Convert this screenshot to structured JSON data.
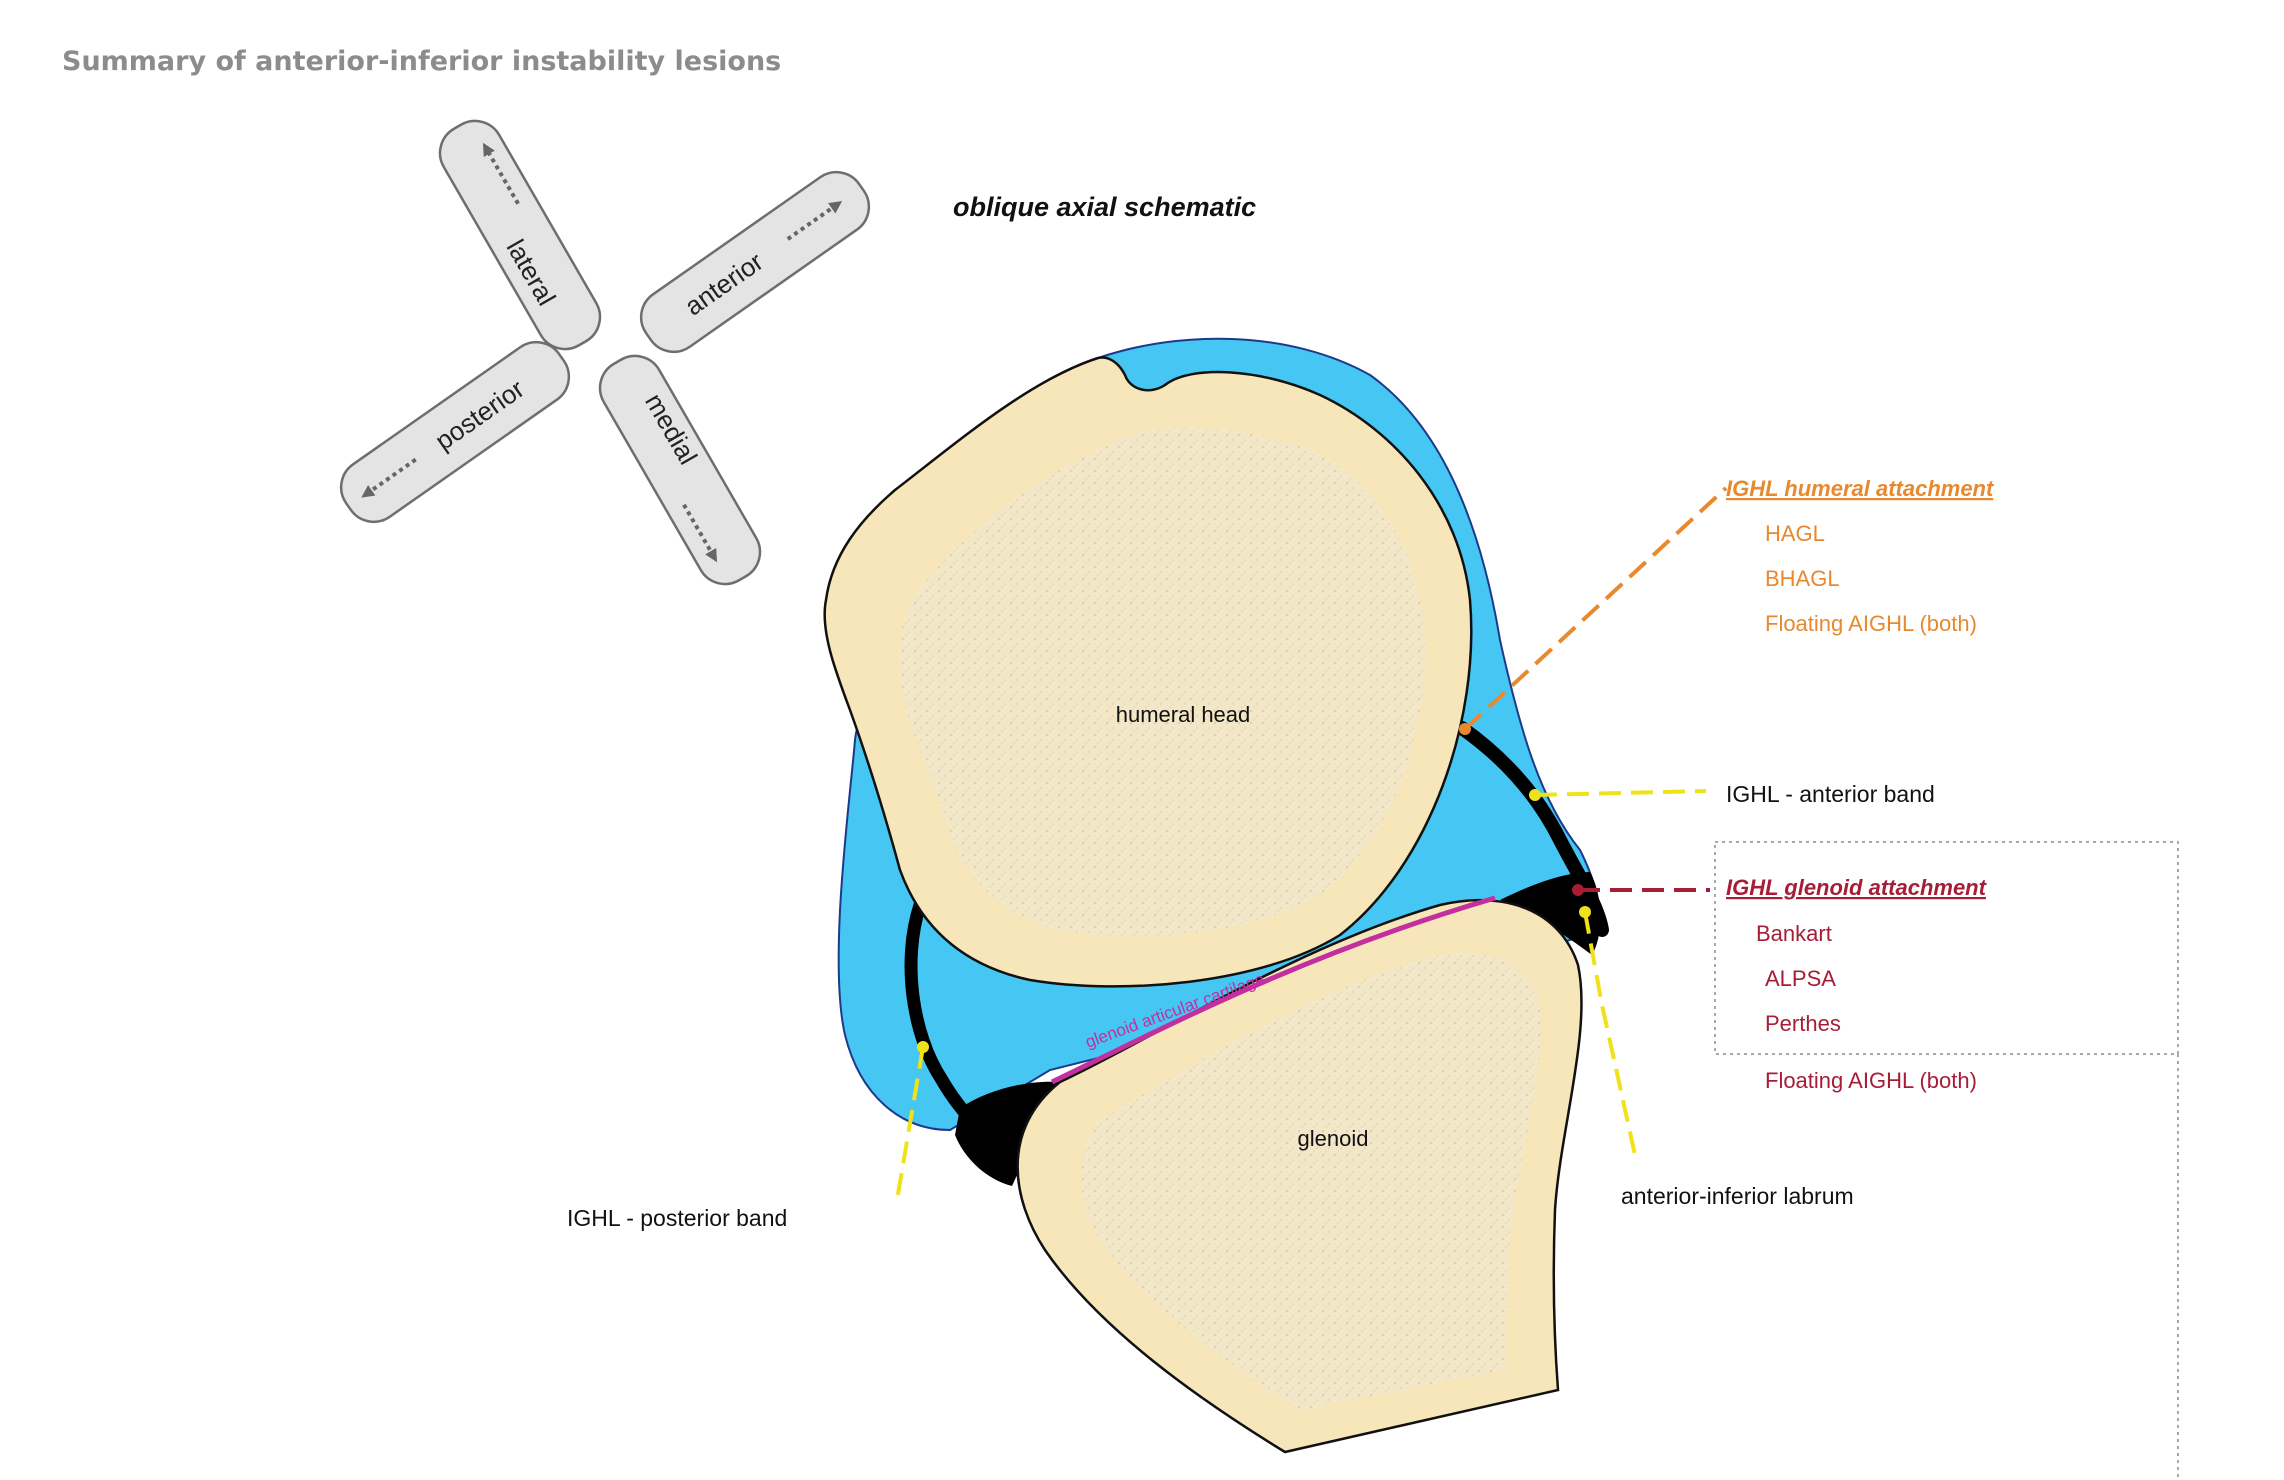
{
  "page": {
    "title": "Summary of anterior-inferior instability lesions",
    "subtitle": "oblique axial schematic"
  },
  "compass": {
    "lateral": "lateral",
    "anterior": "anterior",
    "posterior": "posterior",
    "medial": "medial"
  },
  "structures": {
    "humeral_head": "humeral head",
    "glenoid": "glenoid",
    "glenoid_cartilage": "glenoid articular cartilage",
    "ighl_anterior_band": "IGHL - anterior band",
    "ighl_posterior_band": "IGHL - posterior band",
    "anterior_inferior_labrum": "anterior-inferior labrum"
  },
  "lesions": {
    "humeral_attachment": {
      "heading": "IGHL humeral attachment",
      "items": [
        "HAGL",
        "BHAGL",
        "Floating AIGHL (both)"
      ]
    },
    "glenoid_attachment": {
      "heading": "IGHL glenoid attachment",
      "items": [
        "Bankart",
        "ALPSA",
        "Perthes",
        "Floating AIGHL (both)"
      ]
    }
  },
  "colors": {
    "capsule": "#45c6f3",
    "bone": "#f7e6ba",
    "marrow": "#f3e7c9",
    "ligament": "#000000",
    "humeral_lesions": "#e8892e",
    "glenoid_lesions": "#a61e36",
    "leader_yellow": "#f0e21a",
    "cartilage": "#c2309f",
    "compass_fill": "#e4e4e4"
  }
}
